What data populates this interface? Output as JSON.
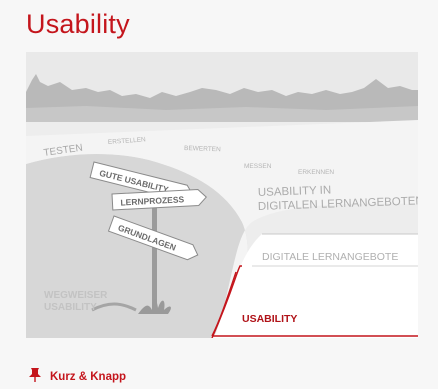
{
  "page": {
    "title": "Usability",
    "accent_color": "#c4151c"
  },
  "illustration": {
    "labels": {
      "testen": "TESTEN",
      "erstellen": "ERSTELLEN",
      "bewerten": "BEWERTEN",
      "messen": "MESSEN",
      "erkennen": "ERKENNEN",
      "usability_in_line1": "USABILITY IN",
      "usability_in_line2": "DIGITALEN LERNANGEBOTEN",
      "digitale_lernangebote": "DIGITALE LERNANGEBOTE",
      "usability": "USABILITY",
      "wegweiser_line1": "WEGWEISER",
      "wegweiser_line2": "USABILITY"
    },
    "signs": [
      {
        "label": "GUTE USABILITY"
      },
      {
        "label": "LERNPROZESS"
      },
      {
        "label": "GRUNDLAGEN"
      }
    ]
  },
  "bottom_link": {
    "label": "Kurz & Knapp",
    "icon": "pushpin-icon"
  }
}
